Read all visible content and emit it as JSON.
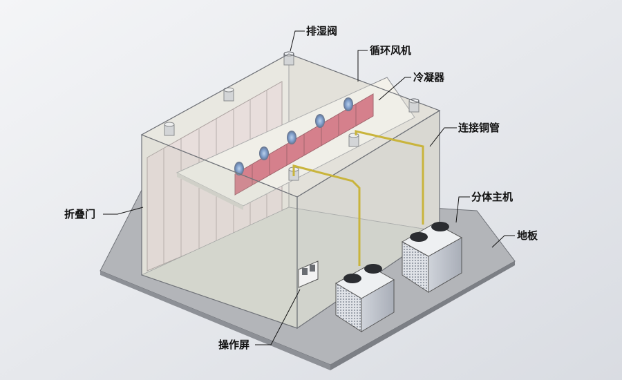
{
  "labels": {
    "dehumidify_valve": "排湿阀",
    "circulation_fan": "循环风机",
    "condenser": "冷凝器",
    "copper_pipe": "连接铜管",
    "split_unit": "分体主机",
    "folding_door": "折叠门",
    "floor": "地板",
    "control_panel": "操作屏"
  }
}
